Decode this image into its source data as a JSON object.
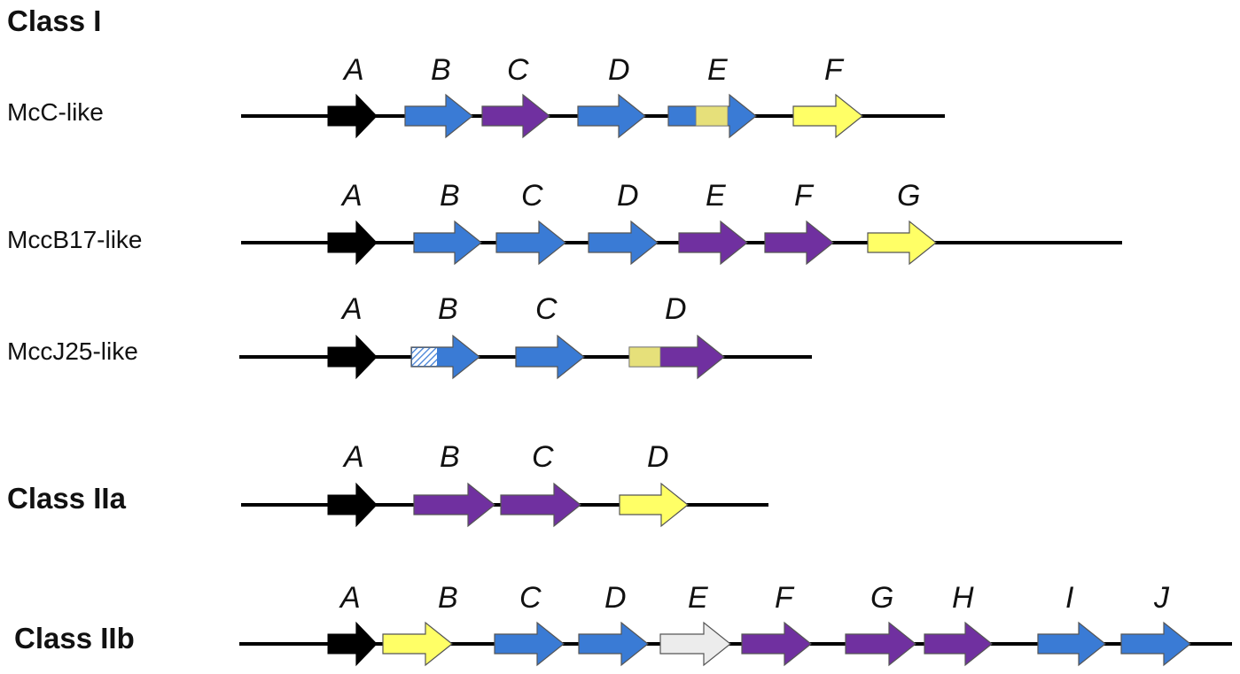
{
  "colors": {
    "black": "#000000",
    "blue": "#3a7bd5",
    "purple": "#7030a0",
    "yellow": "#ffff66",
    "khaki": "#e6e07a",
    "white": "#ececec",
    "hatch": "#3a7bd5",
    "line": "#000000"
  },
  "titles": {
    "class_i": "Class I",
    "class_iia": "Class IIa",
    "class_iib": "Class IIb"
  },
  "clusters": [
    {
      "label": "McC-like",
      "genes": [
        {
          "name": "A",
          "color": "black"
        },
        {
          "name": "B",
          "color": "blue"
        },
        {
          "name": "C",
          "color": "purple"
        },
        {
          "name": "D",
          "color": "blue"
        },
        {
          "name": "E",
          "color": "blue",
          "inset": "khaki"
        },
        {
          "name": "F",
          "color": "yellow"
        }
      ]
    },
    {
      "label": "MccB17-like",
      "genes": [
        {
          "name": "A",
          "color": "black"
        },
        {
          "name": "B",
          "color": "blue"
        },
        {
          "name": "C",
          "color": "blue"
        },
        {
          "name": "D",
          "color": "blue"
        },
        {
          "name": "E",
          "color": "purple"
        },
        {
          "name": "F",
          "color": "purple"
        },
        {
          "name": "G",
          "color": "yellow"
        }
      ]
    },
    {
      "label": "MccJ25-like",
      "genes": [
        {
          "name": "A",
          "color": "black"
        },
        {
          "name": "B",
          "color": "blue",
          "hatch_start": true
        },
        {
          "name": "C",
          "color": "blue"
        },
        {
          "name": "D",
          "color": "purple",
          "khaki_start": true
        }
      ]
    },
    {
      "label": "",
      "genes": [
        {
          "name": "A",
          "color": "black"
        },
        {
          "name": "B",
          "color": "purple"
        },
        {
          "name": "C",
          "color": "purple"
        },
        {
          "name": "D",
          "color": "yellow"
        }
      ]
    },
    {
      "label": "",
      "genes": [
        {
          "name": "A",
          "color": "black"
        },
        {
          "name": "B",
          "color": "yellow"
        },
        {
          "name": "C",
          "color": "blue"
        },
        {
          "name": "D",
          "color": "blue"
        },
        {
          "name": "E",
          "color": "white"
        },
        {
          "name": "F",
          "color": "purple"
        },
        {
          "name": "G",
          "color": "purple"
        },
        {
          "name": "H",
          "color": "purple"
        },
        {
          "name": "I",
          "color": "blue"
        },
        {
          "name": "J",
          "color": "blue"
        }
      ]
    }
  ]
}
